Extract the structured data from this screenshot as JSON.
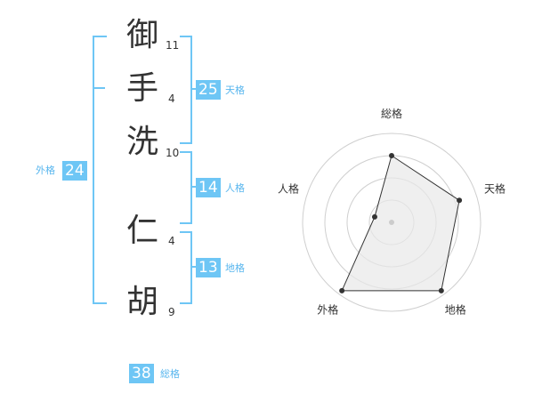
{
  "name_chars": [
    {
      "char": "御",
      "strokes": "11"
    },
    {
      "char": "手",
      "strokes": "4"
    },
    {
      "char": "洗",
      "strokes": "10"
    },
    {
      "char": "仁",
      "strokes": "4"
    },
    {
      "char": "胡",
      "strokes": "9"
    }
  ],
  "fortunes": {
    "tenkaku": {
      "value": "25",
      "label": "天格"
    },
    "jinkaku": {
      "value": "14",
      "label": "人格"
    },
    "chikaku": {
      "value": "13",
      "label": "地格"
    },
    "gaikaku": {
      "value": "24",
      "label": "外格"
    },
    "soukaku": {
      "value": "38",
      "label": "総格"
    }
  },
  "colors": {
    "accent": "#6ec6f5",
    "label": "#58b6ee"
  },
  "chart_data": {
    "type": "radar",
    "axes": [
      "総格",
      "天格",
      "地格",
      "外格",
      "人格"
    ],
    "values": [
      0.75,
      0.8,
      0.95,
      0.95,
      0.2
    ],
    "rings": 4
  }
}
